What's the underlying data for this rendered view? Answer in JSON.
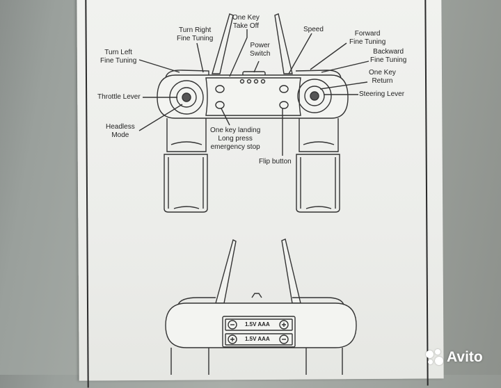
{
  "labels": {
    "one_key_take_off_1": "One Key",
    "one_key_take_off_2": "Take Off",
    "turn_right_1": "Turn Right",
    "turn_right_2": "Fine Tuning",
    "speed": "Speed",
    "forward_1": "Forward",
    "forward_2": "Fine Tuning",
    "turn_left_1": "Turn Left",
    "turn_left_2": "Fine Tuning",
    "power_1": "Power",
    "power_2": "Switch",
    "backward_1": "Backward",
    "backward_2": "Fine Tuning",
    "return_1": "One Key",
    "return_2": "Return",
    "throttle": "Throttle Lever",
    "steering": "Steering Lever",
    "headless_1": "Headless",
    "headless_2": "Mode",
    "landing_1": "One key landing",
    "landing_2": "Long press",
    "landing_3": "emergency stop",
    "flip": "Flip button"
  },
  "battery": {
    "cell_1": "1.5V AAA",
    "cell_2": "1.5V AAA"
  },
  "watermark": {
    "text": "Avito",
    "logo_icon": "avito-dots-icon"
  }
}
